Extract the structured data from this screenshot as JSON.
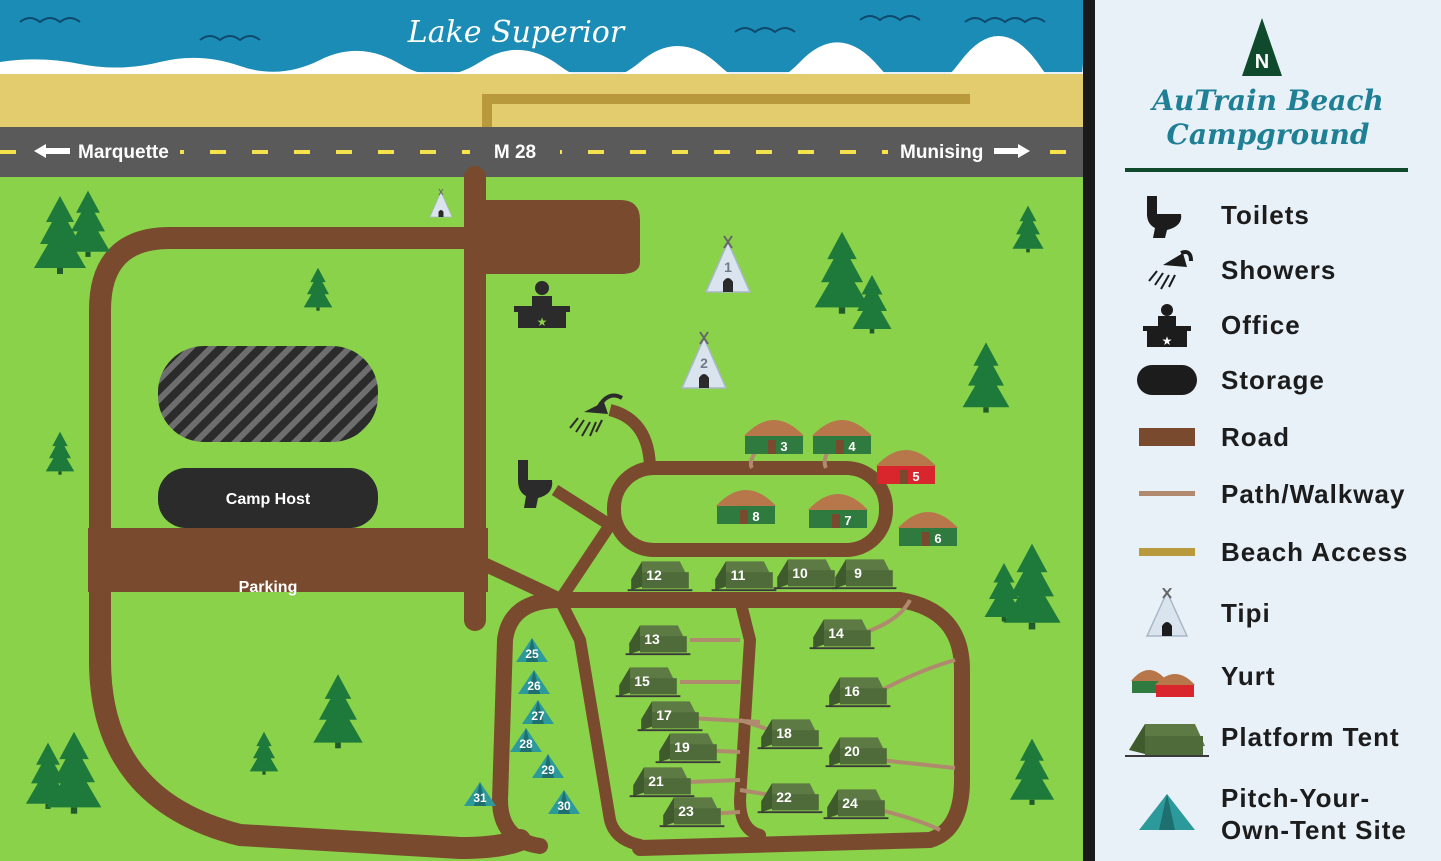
{
  "map": {
    "lake_label": "Lake Superior",
    "highway_label": "M 28",
    "west_label": "Marquette",
    "east_label": "Munising",
    "camp_host_label": "Camp Host",
    "parking_label": "Parking",
    "tipis": [
      "1",
      "2"
    ],
    "yurts": [
      {
        "num": "3",
        "color": "green"
      },
      {
        "num": "4",
        "color": "green"
      },
      {
        "num": "5",
        "color": "red"
      },
      {
        "num": "6",
        "color": "green"
      },
      {
        "num": "7",
        "color": "green"
      },
      {
        "num": "8",
        "color": "green"
      }
    ],
    "platform_tents": [
      "9",
      "10",
      "11",
      "12",
      "13",
      "14",
      "15",
      "16",
      "17",
      "18",
      "19",
      "20",
      "21",
      "22",
      "23",
      "24"
    ],
    "pitch_sites": [
      "25",
      "26",
      "27",
      "28",
      "29",
      "30",
      "31"
    ]
  },
  "legend": {
    "north_label": "N",
    "brand_line1": "AuTrain Beach",
    "brand_line2": "Campground",
    "items": [
      {
        "label": "Toilets",
        "icon": "toilet-icon"
      },
      {
        "label": "Showers",
        "icon": "shower-icon"
      },
      {
        "label": "Office",
        "icon": "office-icon"
      },
      {
        "label": "Storage",
        "icon": "storage-icon"
      },
      {
        "label": "Road",
        "icon": "road-swatch"
      },
      {
        "label": "Path/Walkway",
        "icon": "path-swatch"
      },
      {
        "label": "Beach Access",
        "icon": "beach-access-swatch"
      },
      {
        "label": "Tipi",
        "icon": "tipi-icon"
      },
      {
        "label": "Yurt",
        "icon": "yurt-icon"
      },
      {
        "label": "Platform Tent",
        "icon": "platform-tent-icon"
      },
      {
        "label1": "Pitch-Your-",
        "label2": "Own-Tent Site",
        "icon": "pitch-tent-icon"
      }
    ]
  },
  "colors": {
    "lake": "#1a8cb5",
    "sand": "#e2cc6e",
    "grass": "#8ad24a",
    "road": "#7a4a2e",
    "highway": "#5a5a5a",
    "path": "#b08a6e",
    "beach_access": "#b89a3c",
    "tree": "#1e7a3a",
    "yurt_green": "#2f7a3e",
    "yurt_red": "#d8262c",
    "tent": "#4f6b3a",
    "pitch_tent": "#2c9a9a",
    "storage": "#2b2b2b",
    "legend_bg": "#e8f1f8",
    "brand": "#1f7f95"
  }
}
